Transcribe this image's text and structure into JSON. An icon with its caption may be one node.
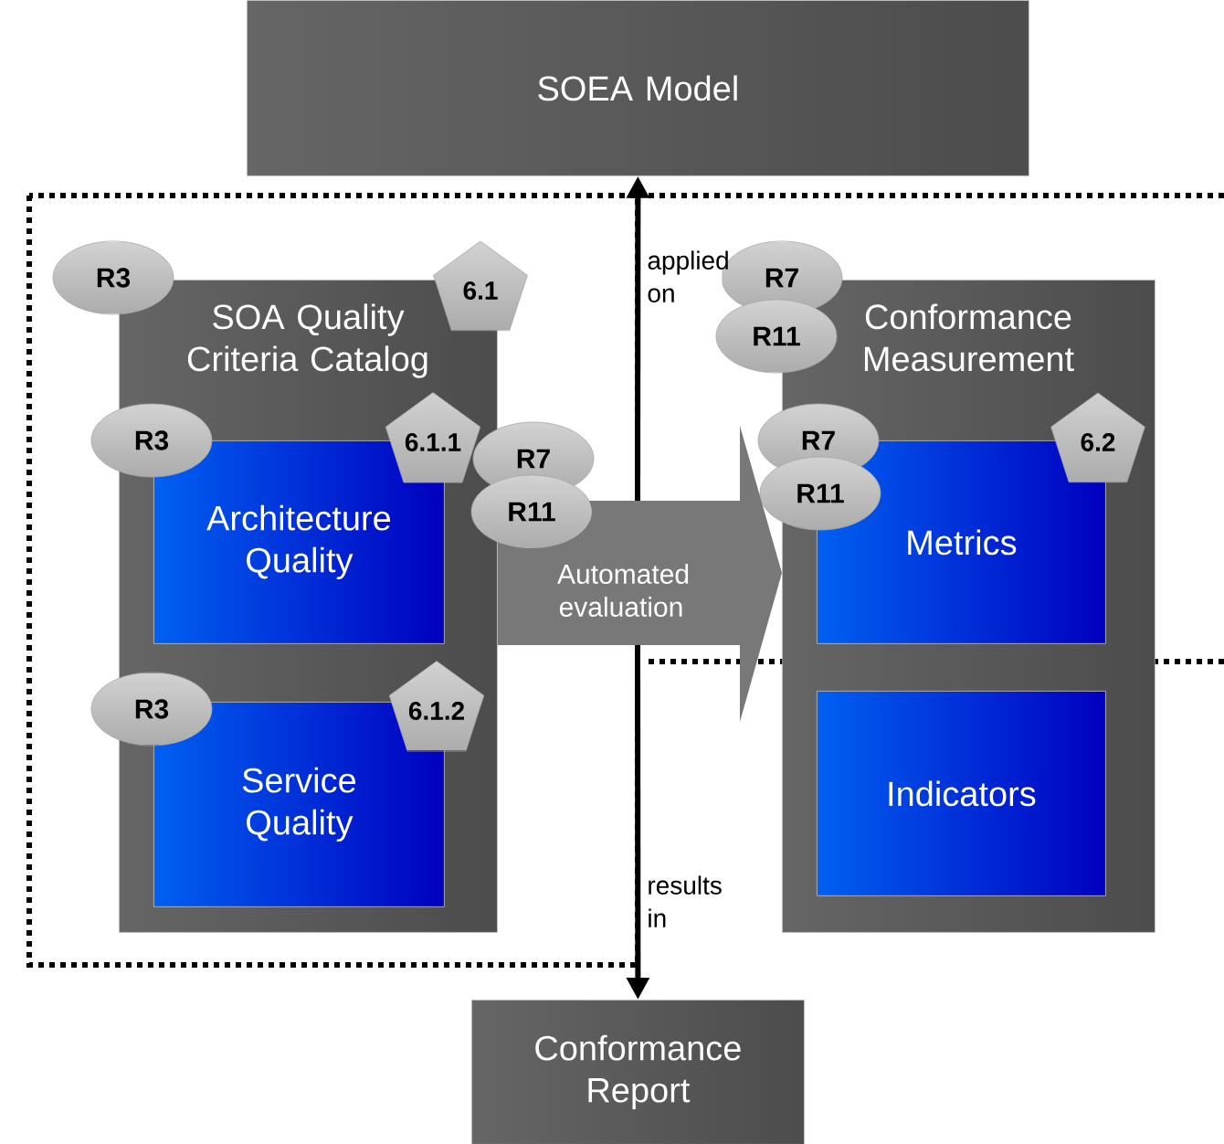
{
  "diagram": {
    "nodes": [
      {
        "text": [
          "SOEA Model"
        ]
      },
      {
        "text": [
          "SOA Quality Criteria Catalog"
        ]
      },
      {
        "text": [
          "R3"
        ]
      },
      {
        "text": [
          "6.1"
        ]
      },
      {
        "text": [
          "R3"
        ]
      },
      {
        "text": [
          "6.1.1"
        ],
        "in": 1
      },
      {
        "text": [
          "Architecture Quality"
        ],
        "in": 1
      },
      {
        "text": [
          "R7"
        ]
      },
      {
        "text": [
          "R11"
        ]
      },
      {
        "text": [
          "R3"
        ]
      },
      {
        "text": [
          "6.1.2"
        ],
        "in": 1
      },
      {
        "text": [
          "Service Quality"
        ],
        "in": 1
      },
      {
        "text": [
          "Conformance Measurement"
        ]
      },
      {
        "text": [
          "R7"
        ]
      },
      {
        "text": [
          "R11"
        ]
      },
      {
        "text": [
          "R7"
        ]
      },
      {
        "text": [
          "R11"
        ]
      },
      {
        "text": [
          "6.2"
        ],
        "in": 12
      },
      {
        "text": [
          "Metrics"
        ],
        "in": 12
      },
      {
        "text": [
          "Indicators"
        ],
        "in": 12
      },
      {
        "text": [
          "Conformance Report"
        ]
      }
    ],
    "edges": [
      {
        "from": 1,
        "to": 12,
        "arrow": "to",
        "label": "Automated evaluation",
        "style": "thick",
        "color": "#787878"
      },
      {
        "from": null,
        "to": 0,
        "arrow": "to",
        "label": "applied on"
      },
      {
        "from": null,
        "to": 20,
        "arrow": "to",
        "label": "results in"
      }
    ]
  }
}
